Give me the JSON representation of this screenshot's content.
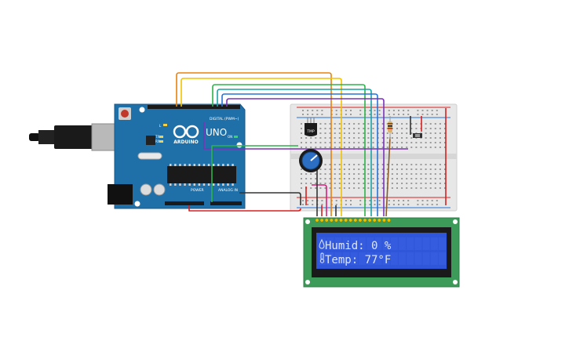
{
  "arduino": {
    "brand": "ARDUINO",
    "model": "UNO",
    "digital_header": "DIGITAL (PWM~)",
    "power_header": "POWER",
    "analog_header": "ANALOG IN",
    "led_l": "L",
    "led_tx": "TX",
    "led_rx": "RX",
    "on_label": "ON"
  },
  "sensor": {
    "label": "TMP"
  },
  "lcd": {
    "line1": "Humid: 0 %",
    "line2": "Temp: 77°F",
    "colors": {
      "background": "#2f56d8",
      "text": "#dce6ff",
      "pcb": "#3d9b5a"
    }
  },
  "wire_colors": {
    "orange": "#e8820c",
    "yellow": "#f2c200",
    "green": "#2db34a",
    "teal": "#1aa3a3",
    "blue": "#2673d9",
    "purple": "#7a33b8",
    "black": "#333333",
    "red": "#d82020",
    "magenta": "#d6217a",
    "brown": "#8b5a2b"
  },
  "board_color": "#1f70a8"
}
